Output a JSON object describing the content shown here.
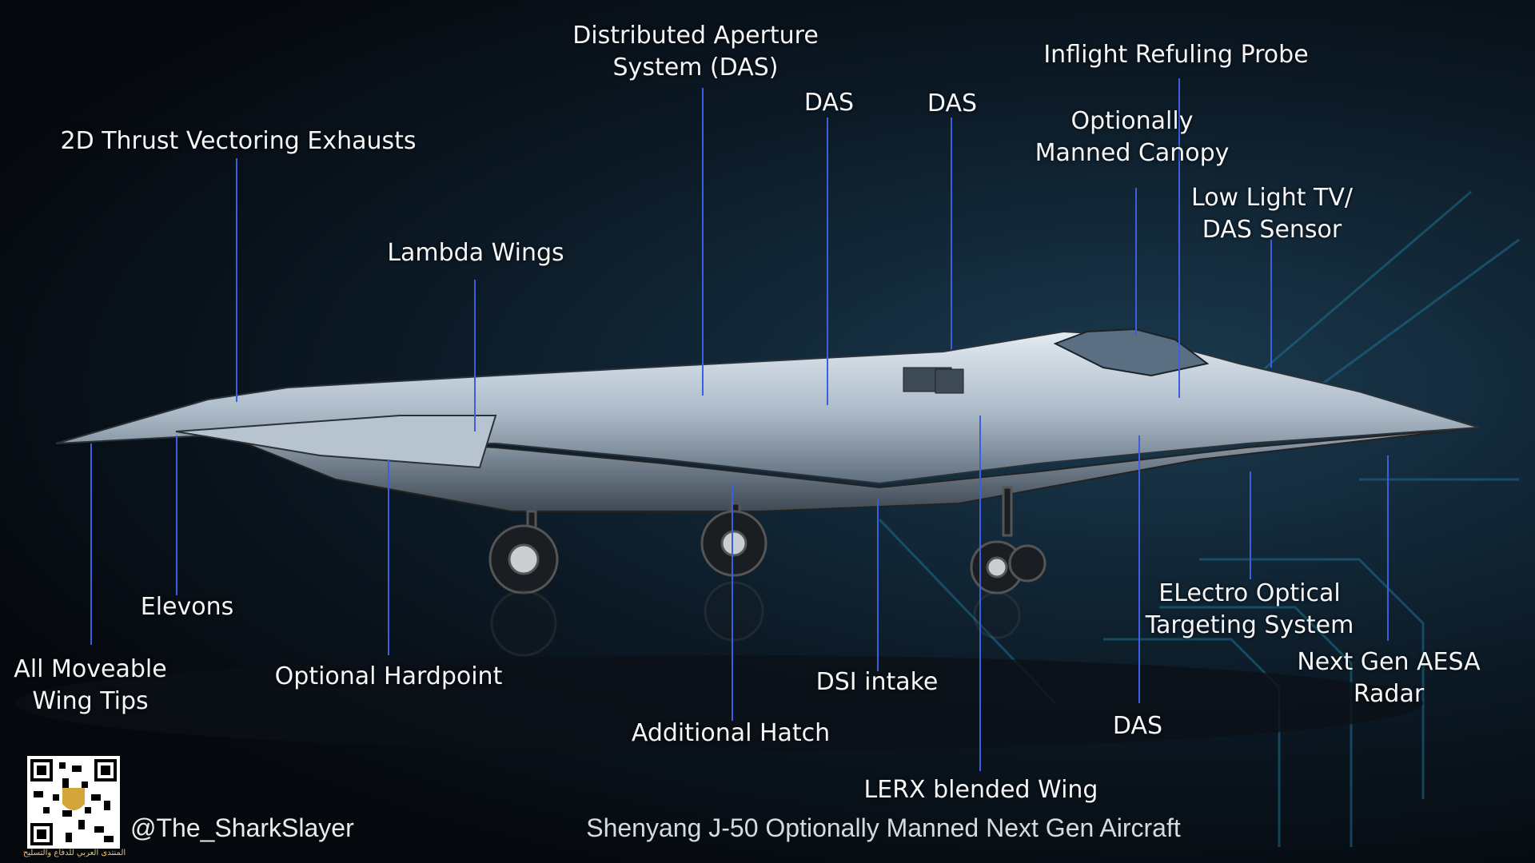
{
  "labels": {
    "das_system": [
      "Distributed Aperture",
      "System (DAS)"
    ],
    "refueling_probe": [
      "Inflight Refuling Probe"
    ],
    "das_1": [
      "DAS"
    ],
    "das_2": [
      "DAS"
    ],
    "canopy": [
      "Optionally",
      "Manned Canopy"
    ],
    "thrust_vectoring": [
      "2D Thrust Vectoring Exhausts"
    ],
    "low_light_tv": [
      "Low Light TV/",
      "DAS Sensor"
    ],
    "lambda_wings": [
      "Lambda Wings"
    ],
    "elevons": [
      "Elevons"
    ],
    "eots": [
      "ELectro Optical",
      "Targeting System"
    ],
    "aesa_radar": [
      "Next Gen AESA",
      "Radar"
    ],
    "wing_tips": [
      "All Moveable",
      "Wing Tips"
    ],
    "hardpoint": [
      "Optional Hardpoint"
    ],
    "dsi_intake": [
      "DSI intake"
    ],
    "das_3": [
      "DAS"
    ],
    "additional_hatch": [
      "Additional Hatch"
    ],
    "lerx": [
      "LERX blended Wing"
    ]
  },
  "footer": {
    "credit": "@The_SharkSlayer",
    "caption": "Shenyang J-50 Optionally Manned Next Gen Aircraft",
    "qr_caption": "المنتدى العربي للدفاع والتسليح"
  },
  "colors": {
    "leader_line": "#3c5fe0",
    "label_text": "#f4f6f8",
    "background": "#05080d"
  }
}
